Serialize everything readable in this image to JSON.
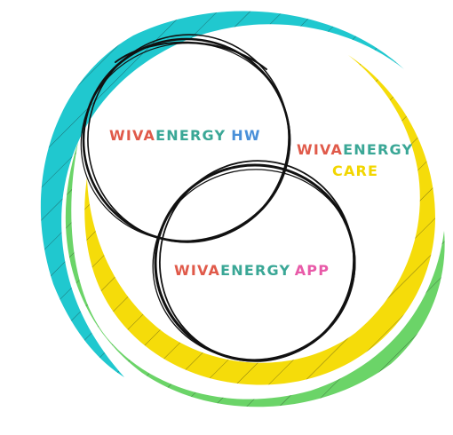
{
  "brand": {
    "part1": "WIVA",
    "part2": "ENERGY"
  },
  "labels": {
    "hw": "HW",
    "care": "CARE",
    "app": "APP"
  },
  "colors": {
    "brand_red": "#e05a4a",
    "brand_teal": "#3aa796",
    "hw_blue": "#4a90d9",
    "care_yellow": "#f2d600",
    "app_pink": "#e85aa8",
    "ring_cyan": "#20c8cf",
    "ring_yellow": "#f5dc0a",
    "ring_green": "#6bd468",
    "ink": "#111111"
  }
}
